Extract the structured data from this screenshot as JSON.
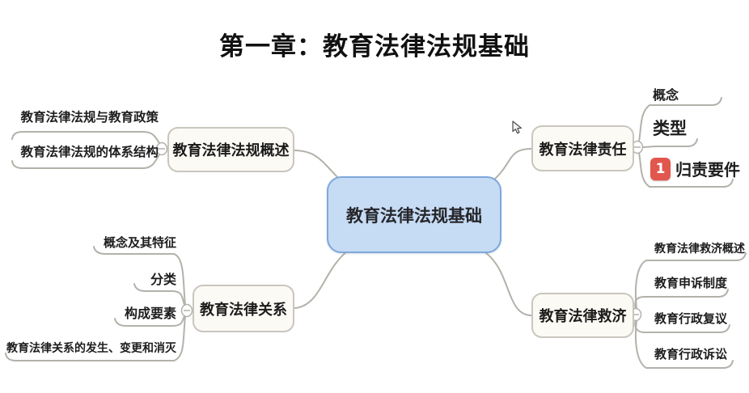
{
  "title": "第一章：教育法律法规基础",
  "colors": {
    "central_fill": "#c6dbf4",
    "central_border": "#7ea8da",
    "node_fill": "#fcfaf4",
    "node_border": "#c9c6bf",
    "connector": "#b3b1aa",
    "badge_red": "#e2574d",
    "text": "#1d1d1d"
  },
  "mindmap": {
    "root": {
      "label": "教育法律法规基础"
    },
    "branches": [
      {
        "label": "教育法律法规概述",
        "side": "left",
        "children": [
          {
            "label": "教育法律法规与教育政策"
          },
          {
            "label": "教育法律法规的体系结构"
          }
        ]
      },
      {
        "label": "教育法律责任",
        "side": "right",
        "children": [
          {
            "label": "概念"
          },
          {
            "label": "类型"
          },
          {
            "label": "归责要件",
            "badge": "1"
          }
        ]
      },
      {
        "label": "教育法律关系",
        "side": "left",
        "children": [
          {
            "label": "概念及其特征"
          },
          {
            "label": "分类"
          },
          {
            "label": "构成要素"
          },
          {
            "label": "教育法律关系的发生、变更和消灭"
          }
        ]
      },
      {
        "label": "教育法律救济",
        "side": "right",
        "children": [
          {
            "label": "教育法律救济概述"
          },
          {
            "label": "教育申诉制度"
          },
          {
            "label": "教育行政复议"
          },
          {
            "label": "教育行政诉讼"
          }
        ]
      }
    ]
  }
}
